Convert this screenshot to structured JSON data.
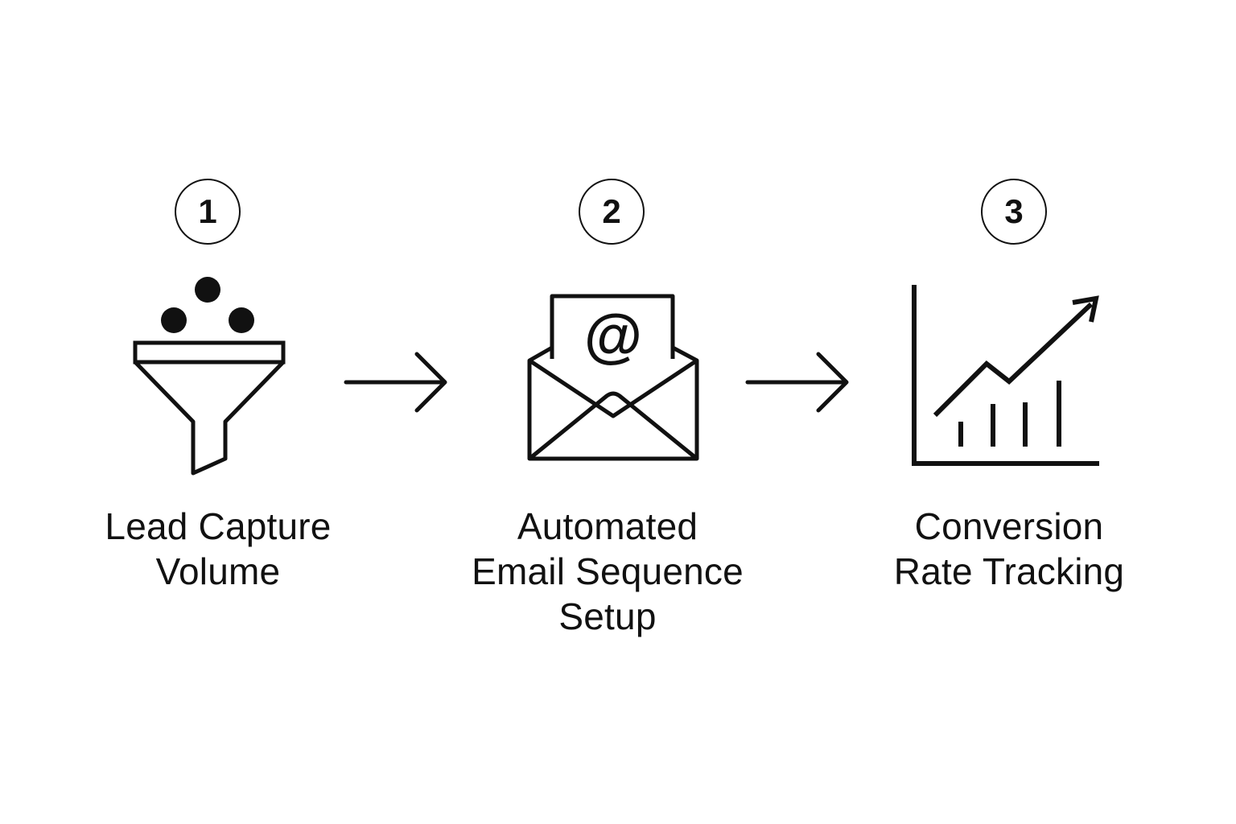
{
  "steps": [
    {
      "number": "1",
      "icon": "funnel-icon",
      "label_lines": [
        "Lead Capture",
        "Volume"
      ]
    },
    {
      "number": "2",
      "icon": "email-envelope-icon",
      "icon_glyph": "@",
      "label_lines": [
        "Automated",
        "Email Sequence",
        "Setup"
      ]
    },
    {
      "number": "3",
      "icon": "growth-chart-icon",
      "label_lines": [
        "Conversion",
        "Rate Tracking"
      ]
    }
  ],
  "connectors": [
    "arrow-right-icon",
    "arrow-right-icon"
  ],
  "colors": {
    "stroke": "#111111",
    "background": "#ffffff"
  }
}
